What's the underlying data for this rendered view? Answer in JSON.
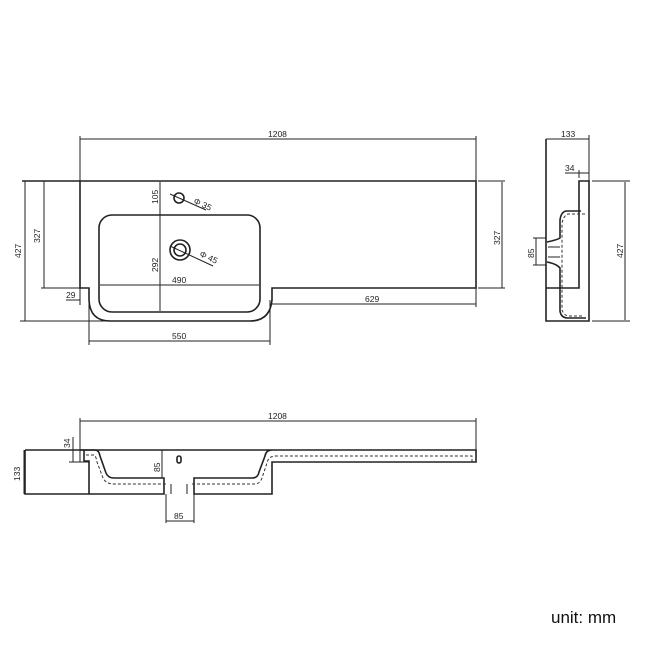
{
  "top_view": {
    "overall_length": "1208",
    "overall_depth_left": "427",
    "depth_left_ledge": "327",
    "depth_right": "327",
    "step": "29",
    "basin_section_width": "550",
    "right_section_width": "629",
    "basin_width": "490",
    "basin_depth": "292",
    "tap_offset": "105",
    "tap_hole": "Φ 35",
    "waste_hole": "Φ 45"
  },
  "side_view": {
    "height": "133",
    "rim": "34",
    "waste": "85",
    "depth": "427"
  },
  "front_view": {
    "overall_length": "1208",
    "rim": "34",
    "height": "133",
    "basin_depth": "85",
    "waste_width": "85"
  },
  "unit_label": "unit: mm"
}
